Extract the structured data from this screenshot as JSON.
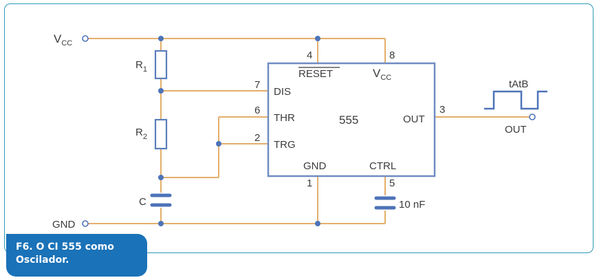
{
  "labels": {
    "vcc": "V",
    "vcc_sub": "CC",
    "gnd": "GND",
    "r1": "R",
    "r1_sub": "1",
    "r2": "R",
    "r2_sub": "2",
    "c": "C",
    "c_ctrl": "10 nF",
    "ic_name": "555",
    "pin_dis": "DIS",
    "pin_thr": "THR",
    "pin_trg": "TRG",
    "pin_reset": "RESET",
    "pin_vcc": "V",
    "pin_vcc_sub": "CC",
    "pin_gnd": "GND",
    "pin_ctrl": "CTRL",
    "pin_out": "OUT",
    "num_7": "7",
    "num_6": "6",
    "num_2": "2",
    "num_4": "4",
    "num_8": "8",
    "num_1": "1",
    "num_5": "5",
    "num_3": "3",
    "out": "OUT",
    "waveform": "tAtB"
  },
  "caption": {
    "line1": "F6. O CI 555 como",
    "line2": "Oscilador."
  }
}
